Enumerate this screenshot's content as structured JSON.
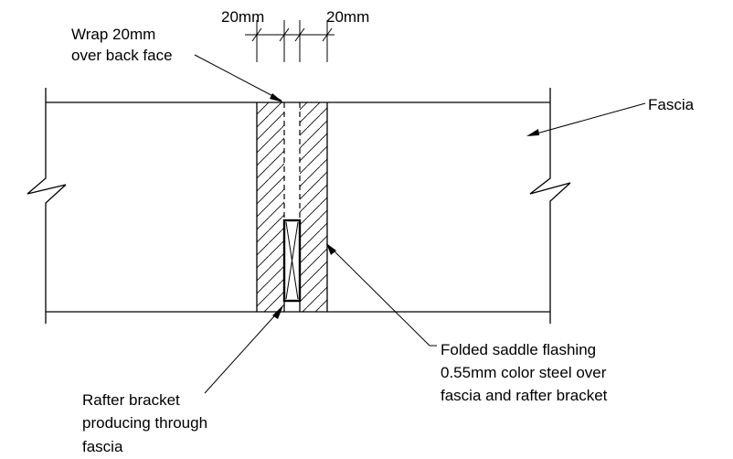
{
  "dimensions": {
    "left": "20mm",
    "right": "20mm"
  },
  "labels": {
    "wrap_line1": "Wrap 20mm",
    "wrap_line2": "over back face",
    "fascia": "Fascia",
    "flashing_line1": "Folded saddle flashing",
    "flashing_line2": "0.55mm color steel over",
    "flashing_line3": "fascia and rafter bracket",
    "bracket_line1": "Rafter bracket",
    "bracket_line2": "producing through",
    "bracket_line3": "fascia"
  }
}
